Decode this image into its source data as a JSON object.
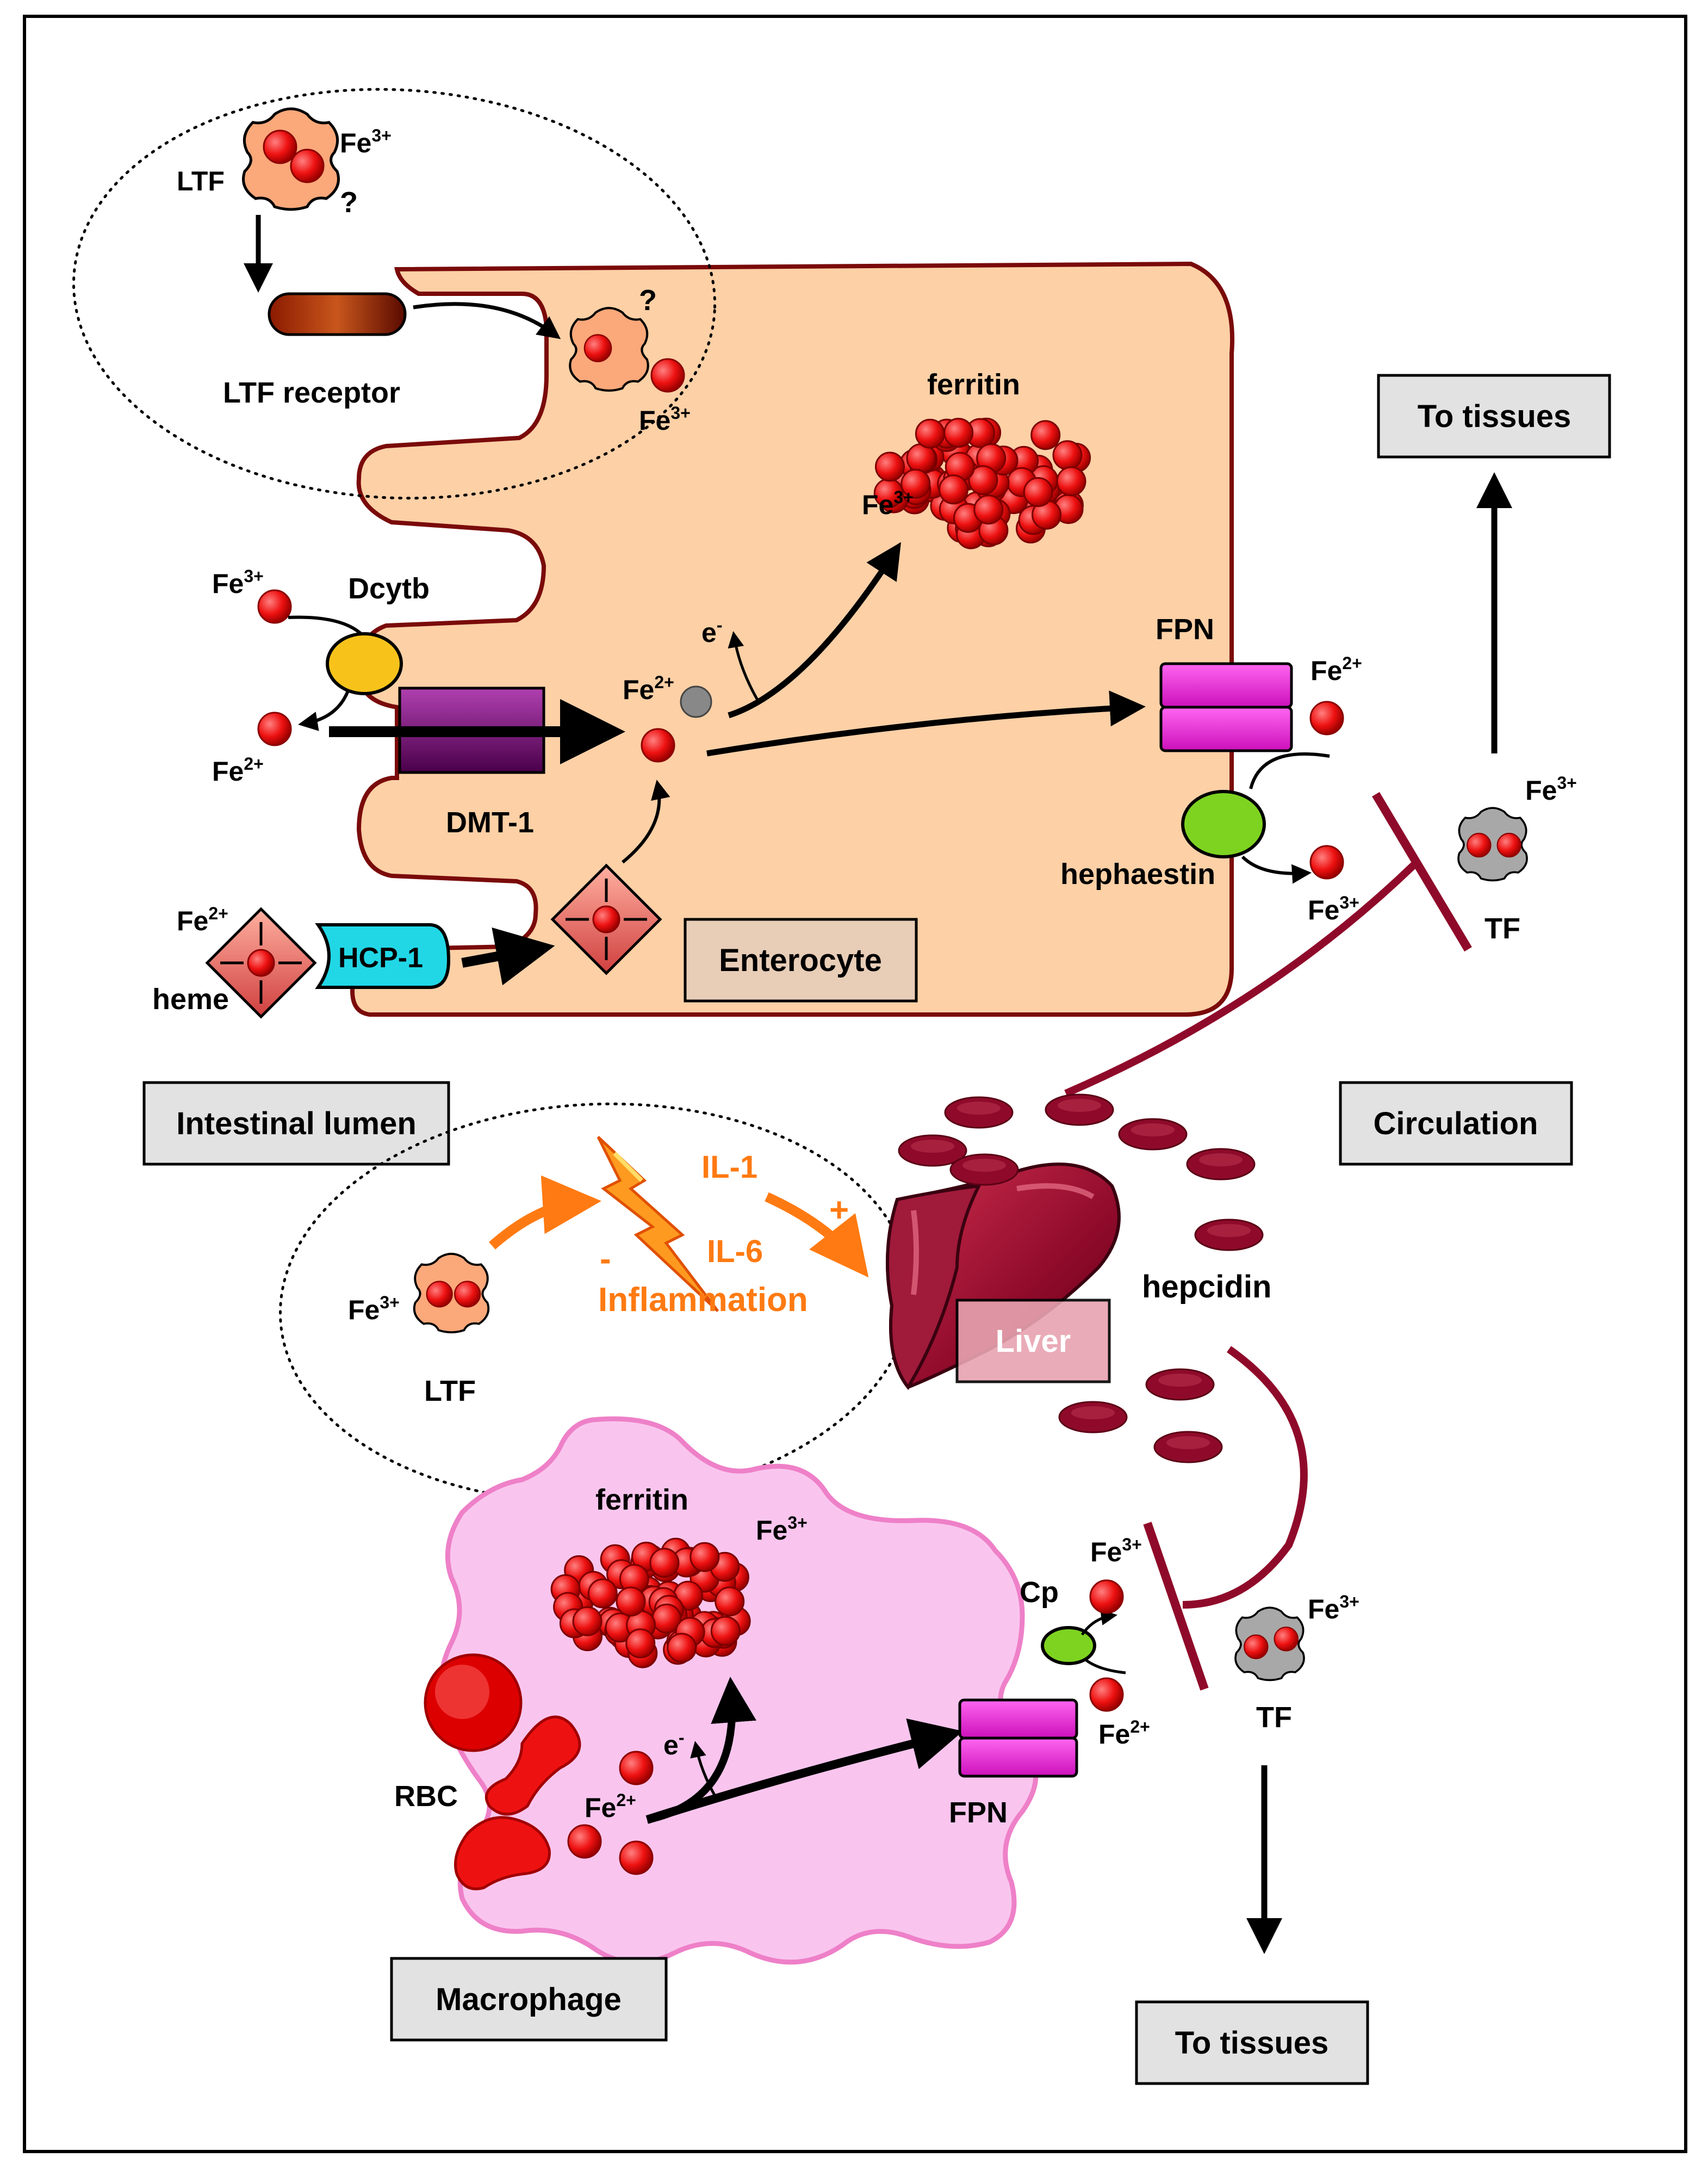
{
  "labels": {
    "ltf_top": "LTF",
    "fe3_top": "Fe",
    "fe3_sup": "3+",
    "q1": "?",
    "q2": "?",
    "ltf_receptor": "LTF receptor",
    "fe3_inside": "Fe",
    "ferritin_top": "ferritin",
    "fe3_ferritin_top": "Fe",
    "to_tissues_top": "To tissues",
    "fe3_dcytb": "Fe",
    "dcytb": "Dcytb",
    "e_minus": "e",
    "fe2_mid": "Fe",
    "fe2_sup": "2+",
    "fpn_top": "FPN",
    "fe2_fpn": "Fe",
    "fe3_tf_top": "Fe",
    "fe2_lumen": "Fe",
    "dmt1": "DMT-1",
    "hephaestin": "hephaestin",
    "fe3_heph": "Fe",
    "tf_top": "TF",
    "fe2_heme": "Fe",
    "heme": "heme",
    "hcp1": "HCP-1",
    "enterocyte": "Enterocyte",
    "intestinal_lumen": "Intestinal lumen",
    "circulation": "Circulation",
    "il1": "IL-1",
    "il6": "IL-6",
    "plus": "+",
    "minus": "-",
    "inflammation": "Inflammation",
    "fe3_ltf_bottom": "Fe",
    "ltf_bottom": "LTF",
    "hepcidin": "hepcidin",
    "liver": "Liver",
    "ferritin_bottom": "ferritin",
    "fe3_ferritin_bottom": "Fe",
    "fe3_cp": "Fe",
    "cp": "Cp",
    "fe3_tf_bottom": "Fe",
    "fe2_cp": "Fe",
    "tf_bottom": "TF",
    "e_minus_bottom": "e",
    "rbc": "RBC",
    "fe2_macro": "Fe",
    "fpn_bottom": "FPN",
    "macrophage": "Macrophage",
    "to_tissues_bottom": "To tissues"
  },
  "colors": {
    "enterocyte_fill": "#fdd0a6",
    "enterocyte_border": "#7a0a0a",
    "macrophage_fill": "#f9c5ee",
    "macrophage_border": "#ee80c8",
    "iron_red": "#ee1111",
    "hepcidin": "#8f0a2a",
    "orange": "#ff7a12",
    "fpn_magenta": "#ee22dd",
    "dmt1_purple": "#6a0a6a",
    "dcytb_yellow": "#f7c31b",
    "hephaestin_green": "#7ed321",
    "hcp1_cyan": "#21d7e6",
    "label_box": "#e2e2e2"
  }
}
